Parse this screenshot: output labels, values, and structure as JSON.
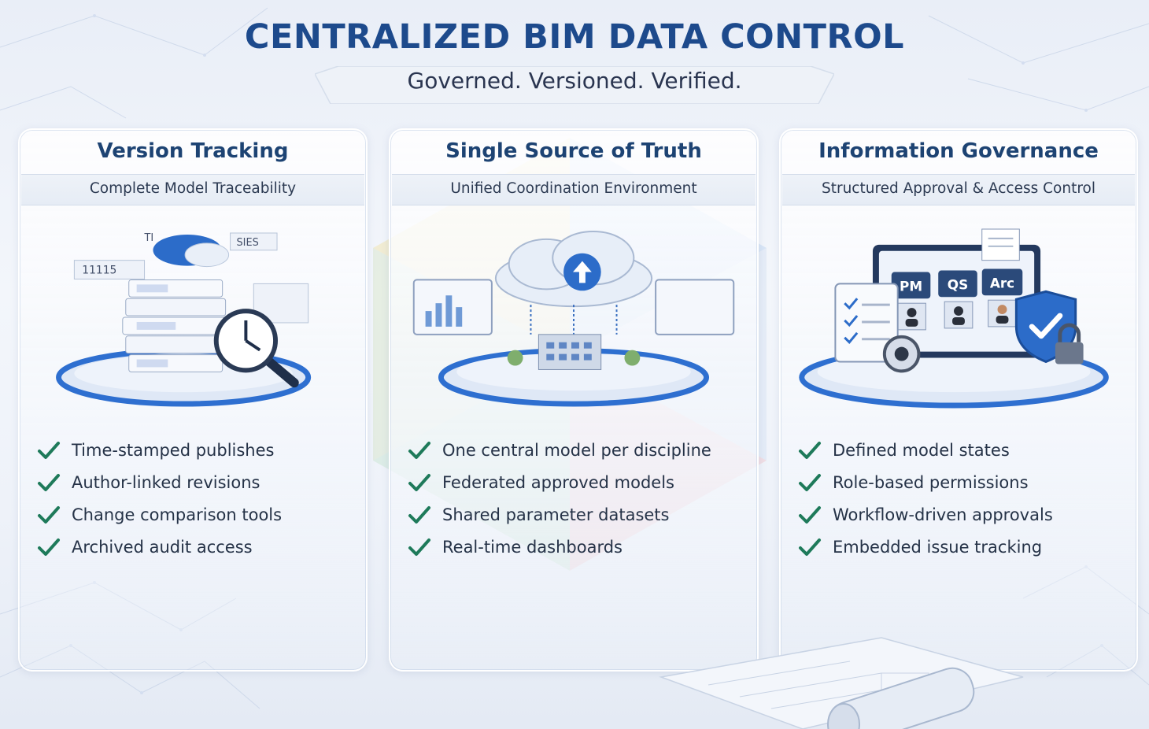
{
  "header": {
    "title": "CENTRALIZED BIM DATA CONTROL",
    "subtitle": "Governed. Versioned. Verified."
  },
  "cards": [
    {
      "title": "Version Tracking",
      "subtitle": "Complete Model Traceability",
      "illustration_labels": [
        "SIES",
        "TI",
        "11115"
      ],
      "items": [
        "Time-stamped publishes",
        "Author-linked revisions",
        "Change comparison tools",
        "Archived audit access"
      ]
    },
    {
      "title": "Single Source of Truth",
      "subtitle": "Unified Coordination Environment",
      "items": [
        "One central model per discipline",
        "Federated approved models",
        "Shared parameter datasets",
        "Real-time dashboards"
      ]
    },
    {
      "title": "Information Governance",
      "subtitle": "Structured Approval & Access Control",
      "illustration_labels": [
        "PM",
        "QS",
        "Arc"
      ],
      "items": [
        "Defined model states",
        "Role-based permissions",
        "Workflow-driven approvals",
        "Embedded issue tracking"
      ]
    }
  ],
  "colors": {
    "title": "#1d4a8c",
    "check": "#1e7a5a",
    "platform_blue": "#2e6fd0"
  }
}
